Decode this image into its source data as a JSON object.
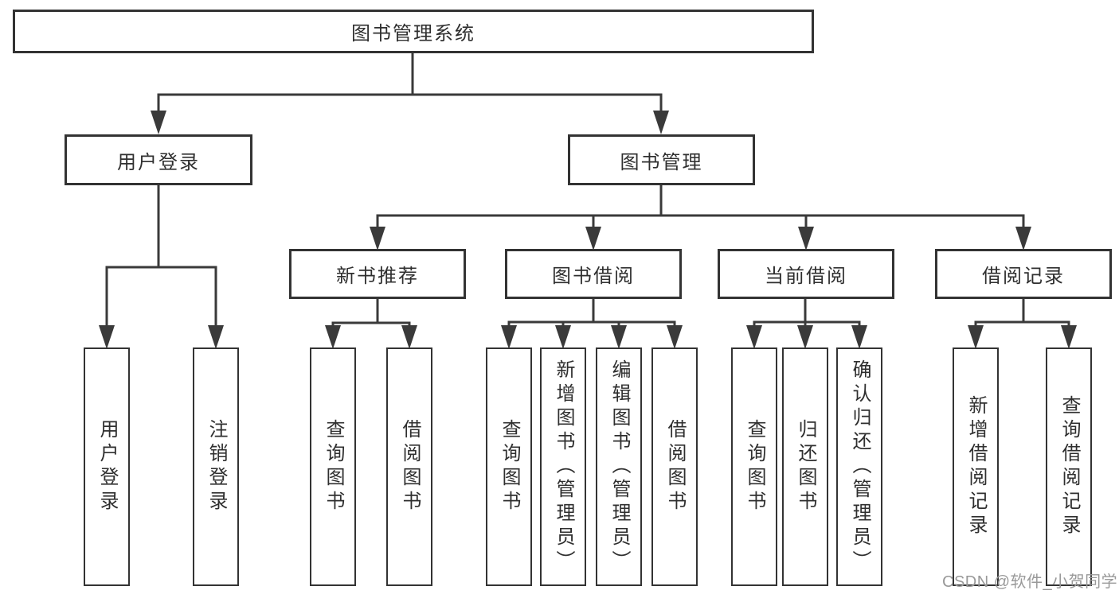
{
  "diagram": {
    "title": "图书管理系统",
    "level2": [
      {
        "label": "用户登录"
      },
      {
        "label": "图书管理"
      }
    ],
    "level3": [
      {
        "label": "新书推荐",
        "parent": "图书管理"
      },
      {
        "label": "图书借阅",
        "parent": "图书管理"
      },
      {
        "label": "当前借阅",
        "parent": "图书管理"
      },
      {
        "label": "借阅记录",
        "parent": "图书管理"
      }
    ],
    "leaves": [
      {
        "label": "用户登录",
        "parent": "用户登录"
      },
      {
        "label": "注销登录",
        "parent": "用户登录"
      },
      {
        "label": "查询图书",
        "parent": "新书推荐"
      },
      {
        "label": "借阅图书",
        "parent": "新书推荐"
      },
      {
        "label": "查询图书",
        "parent": "图书借阅"
      },
      {
        "label": "新增图书（管理员）",
        "parent": "图书借阅"
      },
      {
        "label": "编辑图书（管理员）",
        "parent": "图书借阅"
      },
      {
        "label": "借阅图书",
        "parent": "图书借阅"
      },
      {
        "label": "查询图书",
        "parent": "当前借阅"
      },
      {
        "label": "归还图书",
        "parent": "当前借阅"
      },
      {
        "label": "确认归还（管理员）",
        "parent": "当前借阅"
      },
      {
        "label": "新增借阅记录",
        "parent": "借阅记录"
      },
      {
        "label": "查询借阅记录",
        "parent": "借阅记录"
      }
    ]
  },
  "watermark": "CSDN @软件_小贺同学",
  "colors": {
    "background": "#ffffff",
    "line": "#3a3a3a",
    "box_border": "#333333",
    "box_fill": "#ffffff",
    "text": "#2f2f2f",
    "watermark": "#999999"
  }
}
